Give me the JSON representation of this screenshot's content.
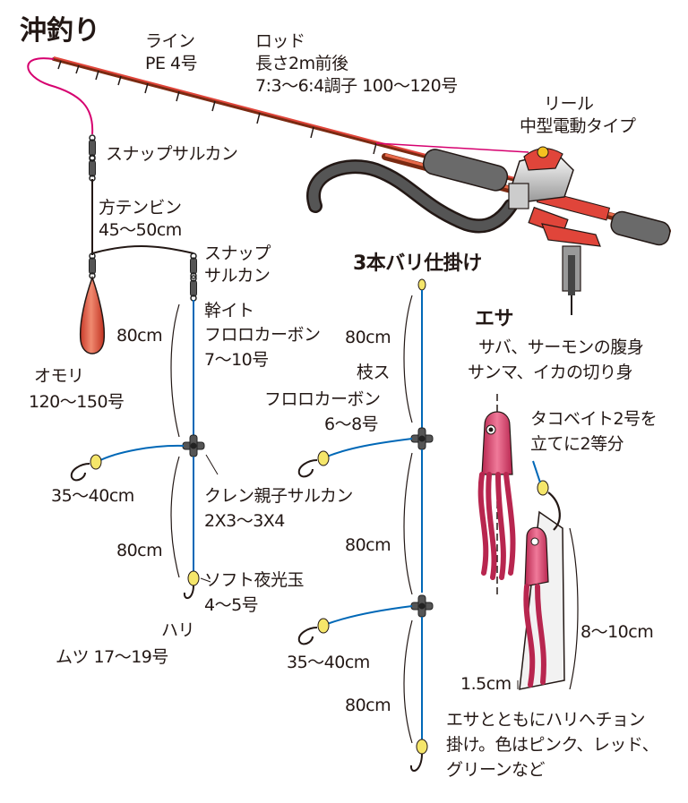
{
  "title": "沖釣り",
  "line": {
    "label": "ライン",
    "spec": "PE 4号"
  },
  "rod": {
    "label": "ロッド",
    "length": "長さ2m前後",
    "action": "7:3～6:4調子 100～120号"
  },
  "reel": {
    "label": "リール",
    "spec": "中型電動タイプ"
  },
  "snap_swivel_top": "スナップサルカン",
  "tenbin": {
    "label": "方テンビン",
    "size": "45～50cm"
  },
  "snap_swivel_2": {
    "line1": "スナップ",
    "line2": "サルカン"
  },
  "sinker": {
    "label": "オモリ",
    "size": "120～150号"
  },
  "main_line": {
    "length": "80cm",
    "label": "幹イト",
    "material": "フロロカーボン",
    "size": "7～10号"
  },
  "branch_left": "35～40cm",
  "crane_swivel": {
    "label": "クレン親子サルカン",
    "size": "2X3～3X4"
  },
  "main_line_lower": "80cm",
  "soft_bead": {
    "label": "ソフト夜光玉",
    "size": "4～5号"
  },
  "hook": {
    "label": "ハリ",
    "spec": "ムツ 17～19号"
  },
  "rig_title": "3本バリ仕掛け",
  "rig_80_top": "80cm",
  "branch_line": {
    "label": "枝ス",
    "material": "フロロカーボン",
    "size": "6～8号"
  },
  "rig_80_mid": "80cm",
  "rig_branch": "35～40cm",
  "rig_80_bottom": "80cm",
  "bait": {
    "label": "エサ",
    "line1": "サバ、サーモンの腹身",
    "line2": "サンマ、イカの切り身"
  },
  "octopus": {
    "line1": "タコベイト2号を",
    "line2": "立てに2等分"
  },
  "bait_length": "8～10cm",
  "bait_width": "1.5cm",
  "note": {
    "line1": "エサとともにハリへチョン",
    "line2": "掛け。色はピンク、レッド、",
    "line3": "グリーンなど"
  },
  "colors": {
    "line": "#d6006f",
    "leader": "#0068b7",
    "sinker": "#e05a45",
    "lure": "#e0486f",
    "rod": "#e0453a",
    "ink": "#231815"
  }
}
